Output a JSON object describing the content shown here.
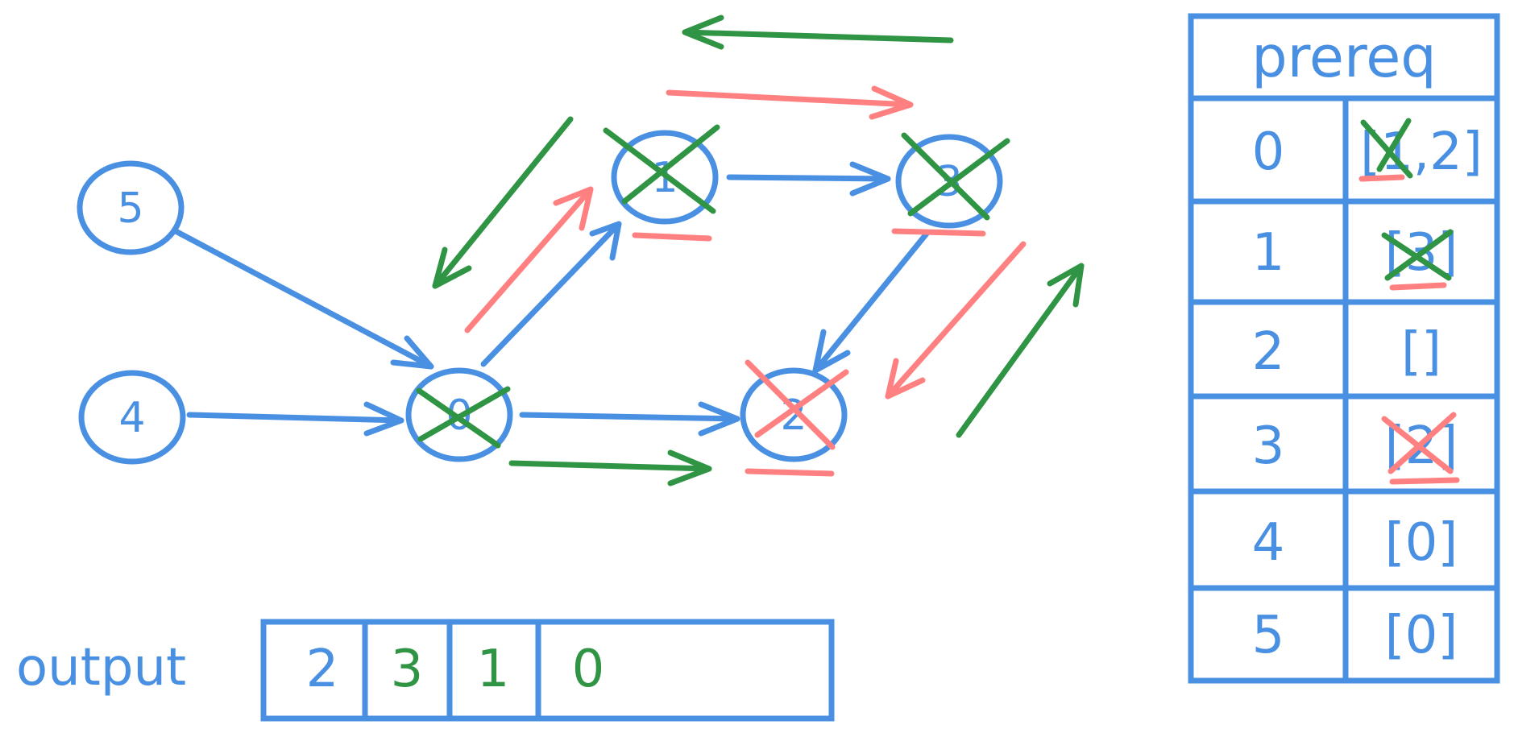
{
  "colors": {
    "blue": "#4a90e2",
    "green": "#2f9444",
    "red": "#ff8080"
  },
  "graph": {
    "nodes": [
      {
        "id": "5",
        "label": "5"
      },
      {
        "id": "4",
        "label": "4"
      },
      {
        "id": "0",
        "label": "0",
        "crossed": "green"
      },
      {
        "id": "1",
        "label": "1",
        "crossed": "green",
        "underline": "red"
      },
      {
        "id": "3",
        "label": "3",
        "crossed": "green",
        "underline": "red"
      },
      {
        "id": "2",
        "label": "2",
        "crossed": "red",
        "underline": "red"
      }
    ],
    "edges": [
      {
        "from": "5",
        "to": "0"
      },
      {
        "from": "4",
        "to": "0"
      },
      {
        "from": "0",
        "to": "1"
      },
      {
        "from": "0",
        "to": "2"
      },
      {
        "from": "1",
        "to": "3"
      },
      {
        "from": "3",
        "to": "2"
      }
    ]
  },
  "prereq_table": {
    "title": "prereq",
    "rows": [
      {
        "key": "0",
        "value": "[1,2]"
      },
      {
        "key": "1",
        "value": "[3]"
      },
      {
        "key": "2",
        "value": "[]"
      },
      {
        "key": "3",
        "value": "[2]"
      },
      {
        "key": "4",
        "value": "[0]"
      },
      {
        "key": "5",
        "value": "[0]"
      }
    ]
  },
  "output": {
    "label": "output",
    "cells": [
      {
        "value": "2",
        "color": "blue"
      },
      {
        "value": "3",
        "color": "green"
      },
      {
        "value": "1",
        "color": "green"
      },
      {
        "value": "0",
        "color": "green"
      }
    ]
  }
}
